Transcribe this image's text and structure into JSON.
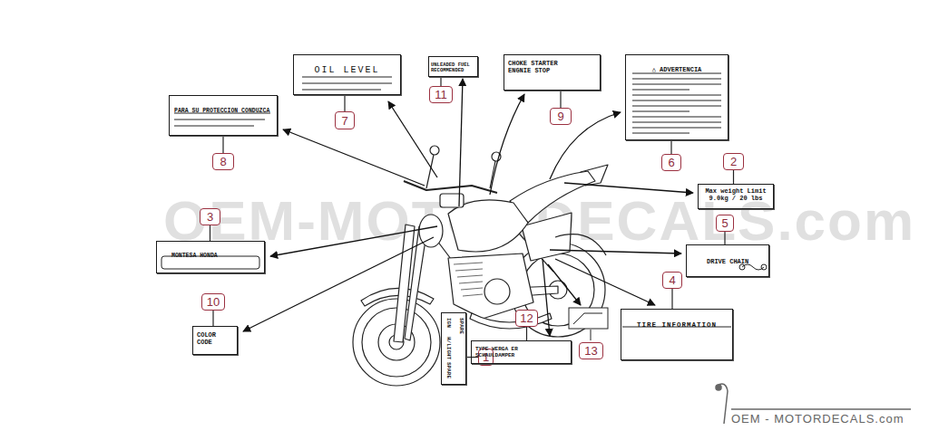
{
  "diagram": {
    "nodes": [
      {
        "text": [
          "1"
        ]
      },
      {
        "text": [
          "IGN",
          "H/LIGHT",
          "SPARE",
          "SPARE"
        ]
      },
      {
        "text": [
          "2"
        ]
      },
      {
        "text": [
          "Max weight Limit 9.0kg / 20 lbs"
        ]
      },
      {
        "text": [
          "3"
        ]
      },
      {
        "text": [
          "MONTESA HONDA"
        ]
      },
      {
        "text": [
          "4"
        ]
      },
      {
        "text": [
          "TIRE INFORMATION"
        ]
      },
      {
        "text": [
          "5"
        ]
      },
      {
        "text": [
          "DRIVE CHAIN"
        ]
      },
      {
        "text": [
          "6"
        ]
      },
      {
        "text": [
          "△ ADVERTENCIA"
        ]
      },
      {
        "text": [
          "7"
        ]
      },
      {
        "text": [
          "OIL LEVEL"
        ]
      },
      {
        "text": [
          "8"
        ]
      },
      {
        "text": [
          "PARA SU PROTECCION CONDUZCA"
        ]
      },
      {
        "text": [
          "9"
        ]
      },
      {
        "text": [
          "CHOKE STARTER ENGNIE STOP"
        ]
      },
      {
        "text": [
          "10"
        ]
      },
      {
        "text": [
          "COLOR CODE"
        ]
      },
      {
        "text": [
          "11"
        ]
      },
      {
        "text": [
          "UNLEADED FUEL RECOMMENDED"
        ]
      },
      {
        "text": [
          "12"
        ]
      },
      {
        "text": [
          "TYPE WERGA ER SCHAULDAMPER"
        ]
      },
      {
        "text": [
          "13"
        ]
      }
    ],
    "edges": [
      {
        "from": 0,
        "to": 1,
        "arrow": "none"
      },
      {
        "from": 2,
        "to": 3,
        "arrow": "none"
      },
      {
        "from": 4,
        "to": 5,
        "arrow": "none"
      },
      {
        "from": 6,
        "to": 7,
        "arrow": "none"
      },
      {
        "from": 8,
        "to": 9,
        "arrow": "none"
      },
      {
        "from": 10,
        "to": 11,
        "arrow": "none"
      },
      {
        "from": 12,
        "to": 13,
        "arrow": "none"
      },
      {
        "from": 14,
        "to": 15,
        "arrow": "none"
      },
      {
        "from": 16,
        "to": 17,
        "arrow": "none"
      },
      {
        "from": 18,
        "to": 19,
        "arrow": "none"
      },
      {
        "from": 20,
        "to": 21,
        "arrow": "none"
      },
      {
        "from": 22,
        "to": 23,
        "arrow": "none"
      }
    ],
    "labels": [
      "OEM-MOTORDECALS.com",
      "OEM - MOTORDECALS.com"
    ]
  }
}
